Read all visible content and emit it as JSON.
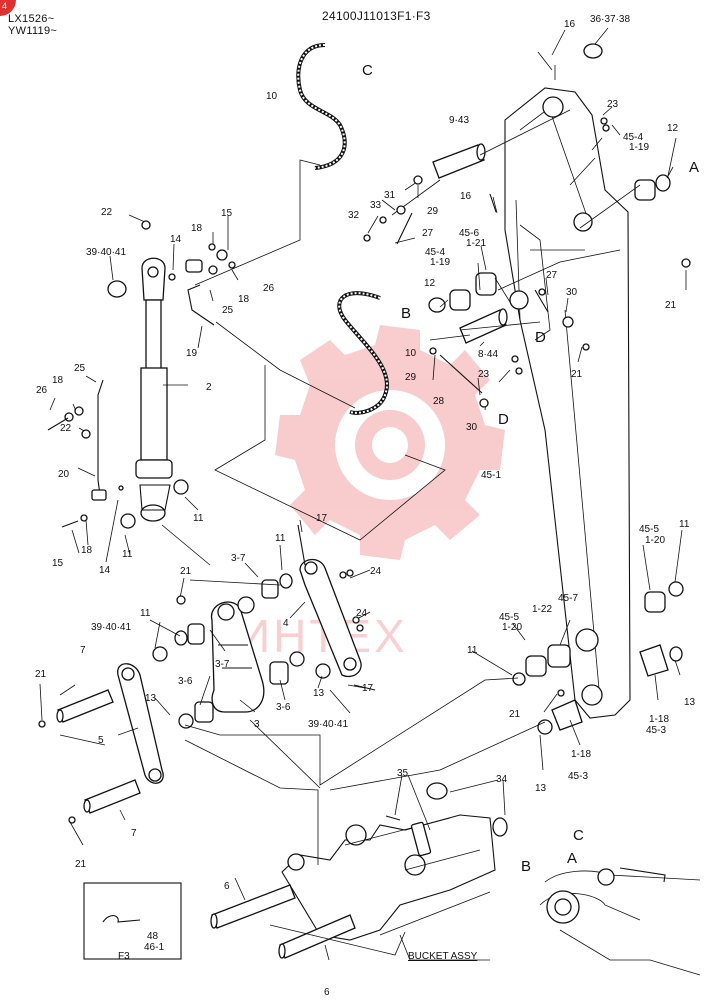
{
  "header": {
    "serial_line1": "LX1526~",
    "serial_line2": "YW1119~",
    "drawing_code": "24100J11013F1·F3",
    "corner_badge": "4"
  },
  "watermark": {
    "text": "ИНТЕХ",
    "color": "#e8474c"
  },
  "callouts": {
    "c1": "16",
    "c2": "36·37·38",
    "c3": "10",
    "c4": "C",
    "c5": "23",
    "c6": "9·43",
    "c7": "45-4",
    "c8": "1-19",
    "c9": "12",
    "c10": "A",
    "c11": "22",
    "c12": "14",
    "c13": "18",
    "c14": "15",
    "c15": "39·40·41",
    "c16": "31",
    "c17": "33",
    "c18": "32",
    "c19": "29",
    "c20": "16",
    "c21": "27",
    "c22": "45-6",
    "c23": "1-21",
    "c24": "45-4",
    "c25": "1-19",
    "c26": "26",
    "c27": "18",
    "c28": "25",
    "c29": "19",
    "c30": "12",
    "c31": "B",
    "c32": "27",
    "c33": "30",
    "c34": "D",
    "c35": "21",
    "c36": "8·44",
    "c37": "10",
    "c38": "29",
    "c39": "23",
    "c40": "21",
    "c41": "28",
    "c42": "30",
    "c43": "D",
    "c44": "2",
    "c45": "25",
    "c46": "18",
    "c47": "26",
    "c48": "22",
    "c49": "20",
    "c50": "45-1",
    "c51": "11",
    "c52": "15",
    "c53": "18",
    "c54": "11",
    "c55": "14",
    "c56": "17",
    "c57": "3-7",
    "c58": "11",
    "c59": "24",
    "c60": "21",
    "c61": "45-5",
    "c62": "1-20",
    "c63": "11",
    "c64": "11",
    "c65": "39·40·41",
    "c66": "3-7",
    "c67": "4",
    "c68": "24",
    "c69": "45-7",
    "c70": "1-22",
    "c71": "45-5",
    "c72": "1-20",
    "c73": "11",
    "c74": "7",
    "c75": "3-6",
    "c76": "13",
    "c77": "21",
    "c78": "13",
    "c79": "5",
    "c80": "3",
    "c81": "3-6",
    "c82": "13",
    "c83": "17",
    "c84": "39·40·41",
    "c85": "21",
    "c86": "1-18",
    "c87": "45-3",
    "c88": "13",
    "c89": "1-18",
    "c90": "45-3",
    "c91": "7",
    "c92": "35",
    "c93": "34",
    "c94": "21",
    "c95": "C",
    "c96": "B",
    "c97": "A",
    "c98": "6",
    "c99": "48",
    "c100": "46-1",
    "c101": "F3",
    "c102": "BUCKET ASSY",
    "c103": "6"
  }
}
